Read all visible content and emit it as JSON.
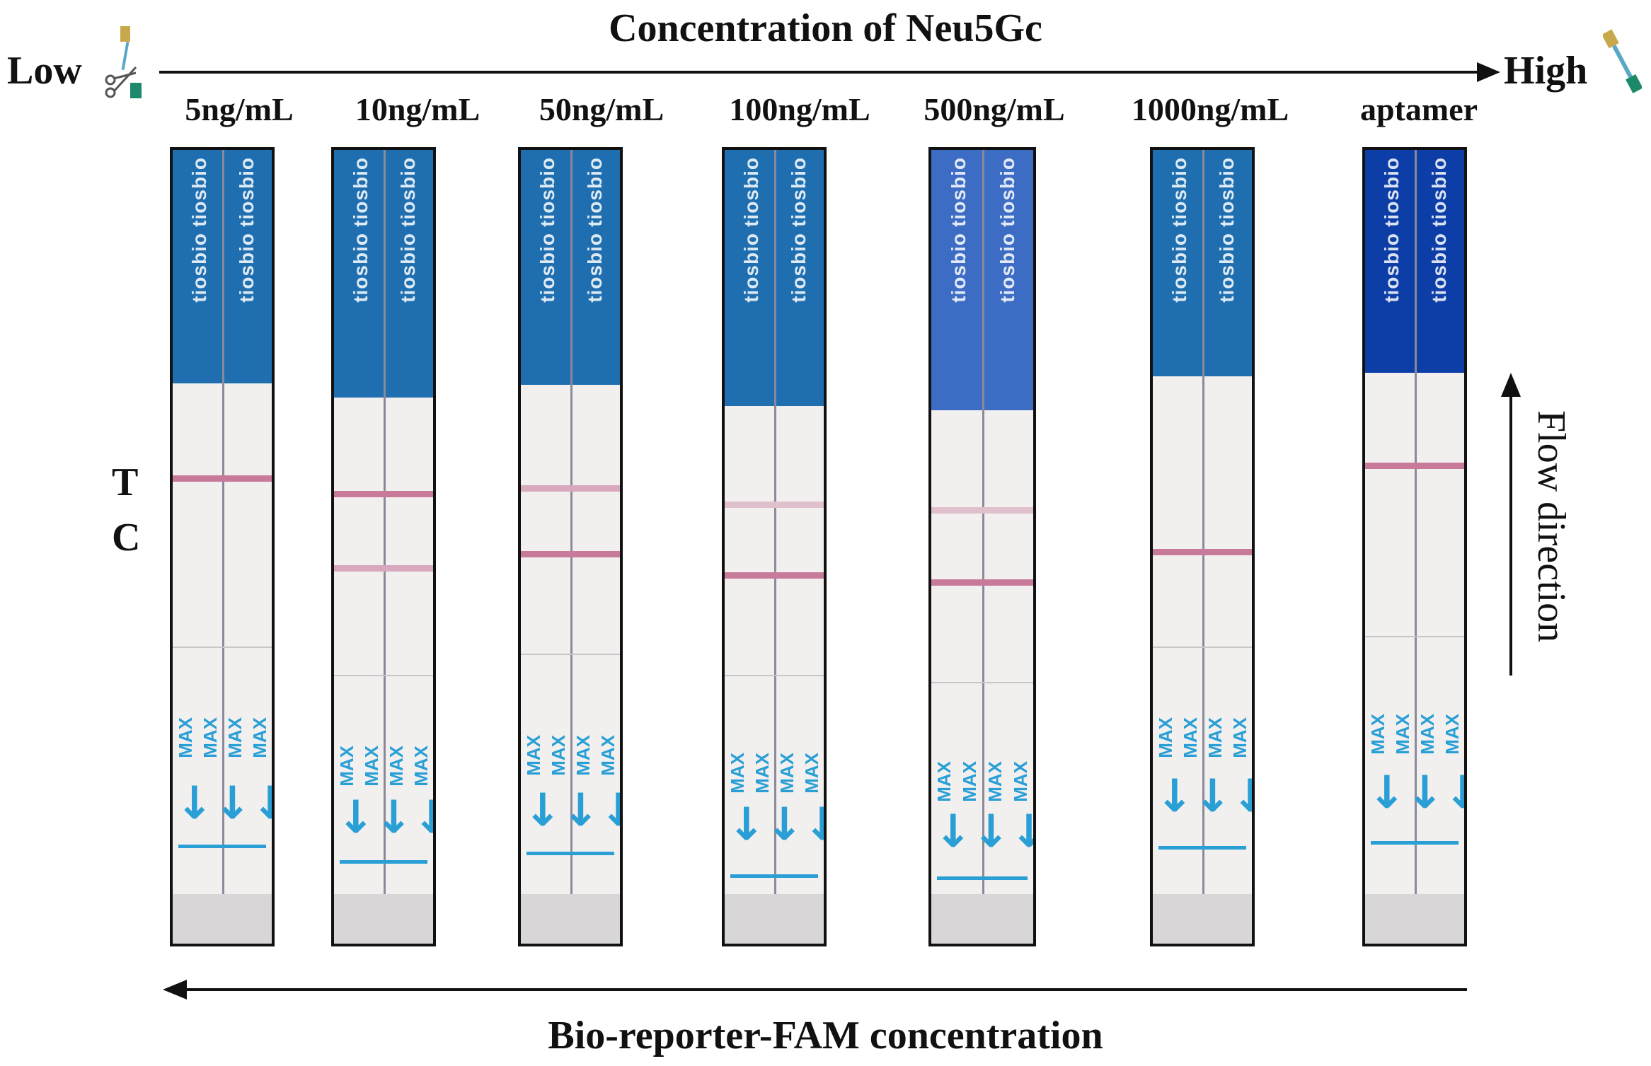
{
  "header": {
    "title": "Concentration of Neu5Gc",
    "low": "Low",
    "high": "High"
  },
  "footer": {
    "title": "Bio-reporter-FAM concentration"
  },
  "markers": {
    "t": "T",
    "c": "C"
  },
  "flow_label": "Flow direction",
  "strip_brand_text": "tiosbio",
  "strip_max_text": "MAX",
  "strips": [
    {
      "label": "5ng/mL",
      "blue": "#1f6fb0",
      "bands": [
        {
          "color": "#c77a9a"
        }
      ]
    },
    {
      "label": "10ng/mL",
      "blue": "#1f6fb0",
      "bands": [
        {
          "color": "#c77a9a"
        },
        {
          "color": "#d8a8bc"
        }
      ]
    },
    {
      "label": "50ng/mL",
      "blue": "#1f6fb0",
      "bands": [
        {
          "color": "#d8a8bc"
        },
        {
          "color": "#c77a9a"
        }
      ]
    },
    {
      "label": "100ng/mL",
      "blue": "#1f6fb0",
      "bands": [
        {
          "color": "#e0c0cc"
        },
        {
          "color": "#c77a9a"
        }
      ]
    },
    {
      "label": "500ng/mL",
      "blue": "#3c6cc4",
      "bands": [
        {
          "color": "#e0c0cc"
        },
        {
          "color": "#c77a9a"
        }
      ]
    },
    {
      "label": "1000ng/mL",
      "blue": "#1f6fb0",
      "bands": [
        {
          "color": "#c77a9a"
        }
      ]
    },
    {
      "label": "aptamer",
      "blue": "#0d3ea8",
      "bands": [
        {
          "color": "#c77a9a"
        }
      ]
    }
  ],
  "colors": {
    "max_blue": "#2a9fd6",
    "frame": "#111111"
  }
}
